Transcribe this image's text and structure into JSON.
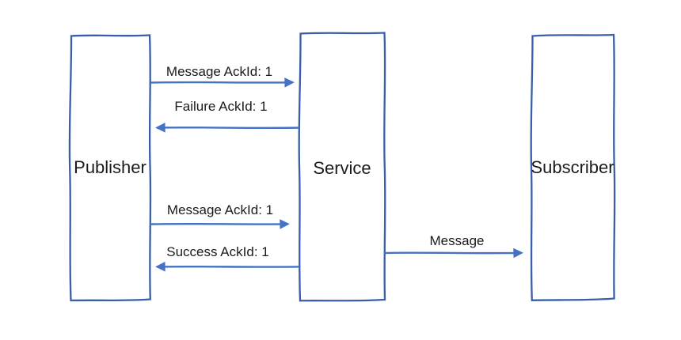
{
  "diagram": {
    "type": "sequence-message-flow",
    "colors": {
      "box_stroke": "#3a5fa8",
      "arrow": "#4472c4",
      "label_text": "#1b1b1b",
      "background": "#ffffff"
    },
    "actors": [
      {
        "label": "Publisher"
      },
      {
        "label": "Service"
      },
      {
        "label": "Subscriber"
      }
    ],
    "messages": [
      {
        "label": "Message AckId: 1",
        "from": "Publisher",
        "to": "Service"
      },
      {
        "label": "Failure AckId: 1",
        "from": "Service",
        "to": "Publisher"
      },
      {
        "label": "Message AckId: 1",
        "from": "Publisher",
        "to": "Service"
      },
      {
        "label": "Success AckId: 1",
        "from": "Service",
        "to": "Publisher"
      },
      {
        "label": "Message",
        "from": "Service",
        "to": "Subscriber"
      }
    ]
  }
}
